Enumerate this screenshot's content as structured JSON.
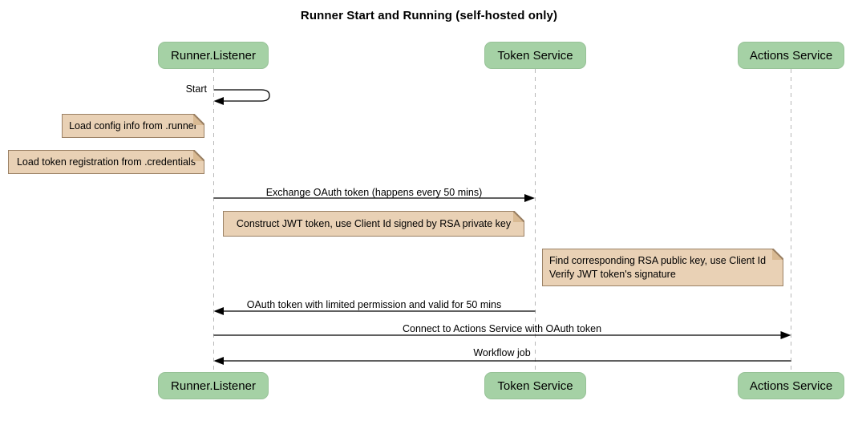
{
  "title": "Runner Start and Running (self-hosted only)",
  "participants": {
    "runner": "Runner.Listener",
    "token": "Token Service",
    "actions": "Actions Service"
  },
  "messages": {
    "start": "Start",
    "exchange": "Exchange OAuth token (happens every 50 mins)",
    "oauth_return": "OAuth token with limited permission and valid for 50 mins",
    "connect": "Connect to Actions Service with OAuth token",
    "workflow": "Workflow job"
  },
  "notes": {
    "load_config": "Load config info from .runner",
    "load_token": "Load token registration from .credentials",
    "construct_jwt": "Construct JWT token, use Client Id signed by RSA private key",
    "verify_jwt": "Find corresponding RSA public key, use Client Id\nVerify JWT token's signature"
  },
  "colors": {
    "participant_fill": "#a5d1a5",
    "note_fill": "#e9d1b5",
    "note_border": "#9b8165",
    "lifeline": "#b8b8b8",
    "arrow": "#000000",
    "background": "#ffffff"
  }
}
